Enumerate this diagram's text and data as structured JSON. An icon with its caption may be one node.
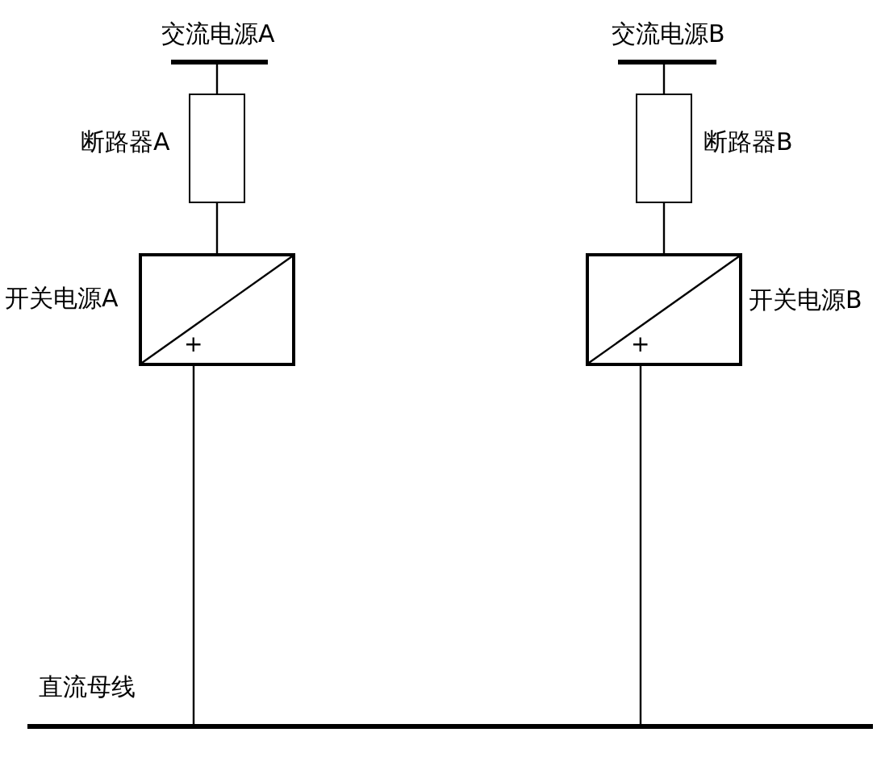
{
  "diagram": {
    "nodes": [
      {
        "text": [
          "交流电源A"
        ]
      },
      {
        "text": [
          "断路器A"
        ]
      },
      {
        "text": [
          "开关电源A",
          "+"
        ]
      },
      {
        "text": [
          "交流电源B"
        ]
      },
      {
        "text": [
          "断路器B"
        ]
      },
      {
        "text": [
          "开关电源B",
          "+"
        ]
      },
      {
        "text": [
          "直流母线"
        ]
      }
    ],
    "edges": [
      {
        "from": 0,
        "to": 1,
        "arrow": "none"
      },
      {
        "from": 1,
        "to": 2,
        "arrow": "none"
      },
      {
        "from": 2,
        "to": 6,
        "arrow": "none"
      },
      {
        "from": 3,
        "to": 4,
        "arrow": "none"
      },
      {
        "from": 4,
        "to": 5,
        "arrow": "none"
      },
      {
        "from": 5,
        "to": 6,
        "arrow": "none"
      }
    ]
  }
}
